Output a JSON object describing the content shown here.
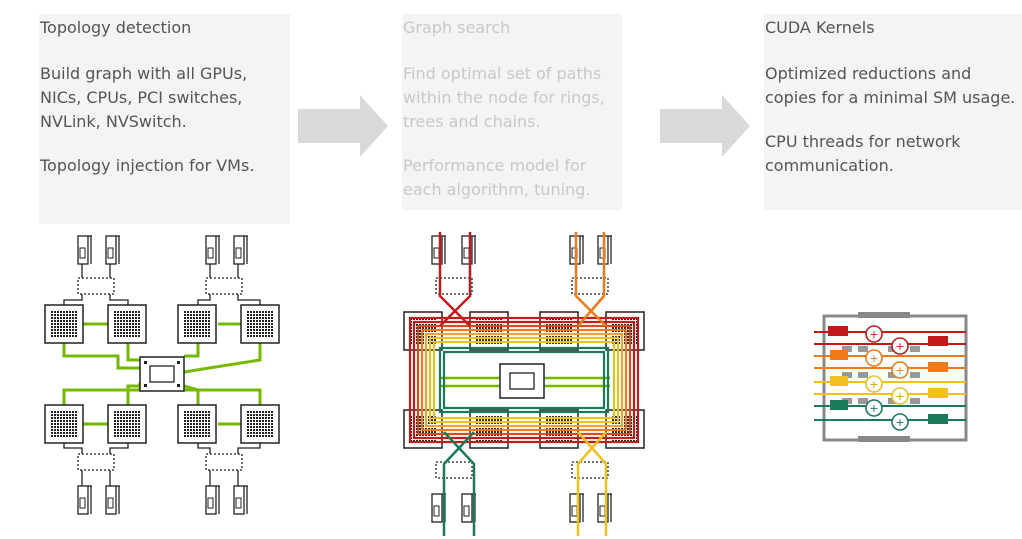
{
  "steps": [
    {
      "title": "Topology detection",
      "paragraphs": [
        "Build graph with all GPUs, NICs, CPUs, PCI switches, NVLink, NVSwitch.",
        "Topology injection for VMs."
      ]
    },
    {
      "title": "Graph search",
      "paragraphs": [
        "Find optimal set of paths within the node for rings, trees and chains.",
        "Performance model for each algorithm, tuning."
      ]
    },
    {
      "title": "CUDA Kernels",
      "paragraphs": [
        "Optimized reductions and copies for a minimal SM usage.",
        "CPU threads for network communication."
      ]
    }
  ],
  "colors": {
    "nvlink_green": "#76b900",
    "arrow_gray": "#d9d9d9",
    "path_red": "#c41a1a",
    "path_orange": "#f07a1a",
    "path_yellow": "#f0c020",
    "path_teal": "#1a7a5a",
    "kernel_gray": "#888888"
  },
  "icons": [
    "gpu-icon",
    "nic-icon",
    "pci-switch-icon",
    "nvswitch-icon",
    "reduction-plus-icon"
  ]
}
